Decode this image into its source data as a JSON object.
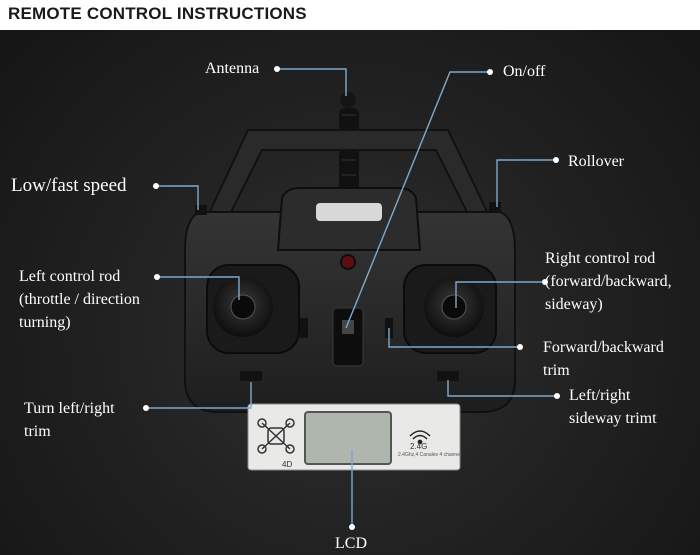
{
  "title": "REMOTE CONTROL INSTRUCTIONS",
  "labels": {
    "antenna": "Antenna",
    "on_off": "On/off",
    "rollover": "Rollover",
    "low_fast_speed": "Low/fast speed",
    "left_rod_1": "Left control rod",
    "left_rod_2": "(throttle / direction",
    "left_rod_3": "turning)",
    "right_rod_1": "Right control rod",
    "right_rod_2": "(forward/backward,",
    "right_rod_3": "sideway)",
    "fwd_trim_1": "Forward/backward",
    "fwd_trim_2": "trim",
    "side_trim_1": "Left/right",
    "side_trim_2": "sideway trimt",
    "turn_trim_1": "Turn left/right",
    "turn_trim_2": "trim",
    "lcd": "LCD"
  },
  "panel": {
    "band": "2.4G",
    "spec": "2.4Ghz,4 Canales 4 channel",
    "mode": "4D"
  },
  "colors": {
    "leader": "#7fa9cc",
    "dot": "#ffffff",
    "body": "#2a2a2a",
    "panel": "#e9e9e7",
    "lcd": "#aeb6ae"
  }
}
